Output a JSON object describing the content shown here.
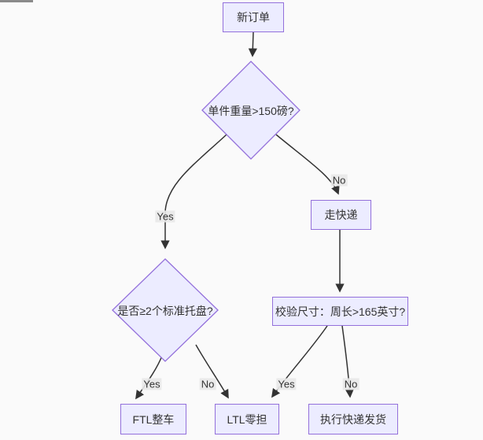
{
  "diagram": {
    "type": "flowchart",
    "nodes": {
      "start": {
        "label": "新订单"
      },
      "weight_check": {
        "label": "单件重量>150磅?"
      },
      "express": {
        "label": "走快递"
      },
      "pallet_check": {
        "label": "是否≥2个标准托盘?"
      },
      "size_check": {
        "label": "校验尺寸：周长>165英寸?"
      },
      "ftl": {
        "label": "FTL整车"
      },
      "ltl": {
        "label": "LTL零担"
      },
      "exec_express": {
        "label": "执行快递发货"
      }
    },
    "edge_labels": {
      "weight_yes": "Yes",
      "weight_no": "No",
      "pallet_yes": "Yes",
      "pallet_no": "No",
      "size_yes": "Yes",
      "size_no": "No"
    },
    "colors": {
      "node_fill": "#ECECFF",
      "node_border": "#9370DB",
      "edge": "#333333",
      "edge_label_bg": "#e8e8e8",
      "text": "#333333",
      "background": "#fafafa"
    }
  }
}
